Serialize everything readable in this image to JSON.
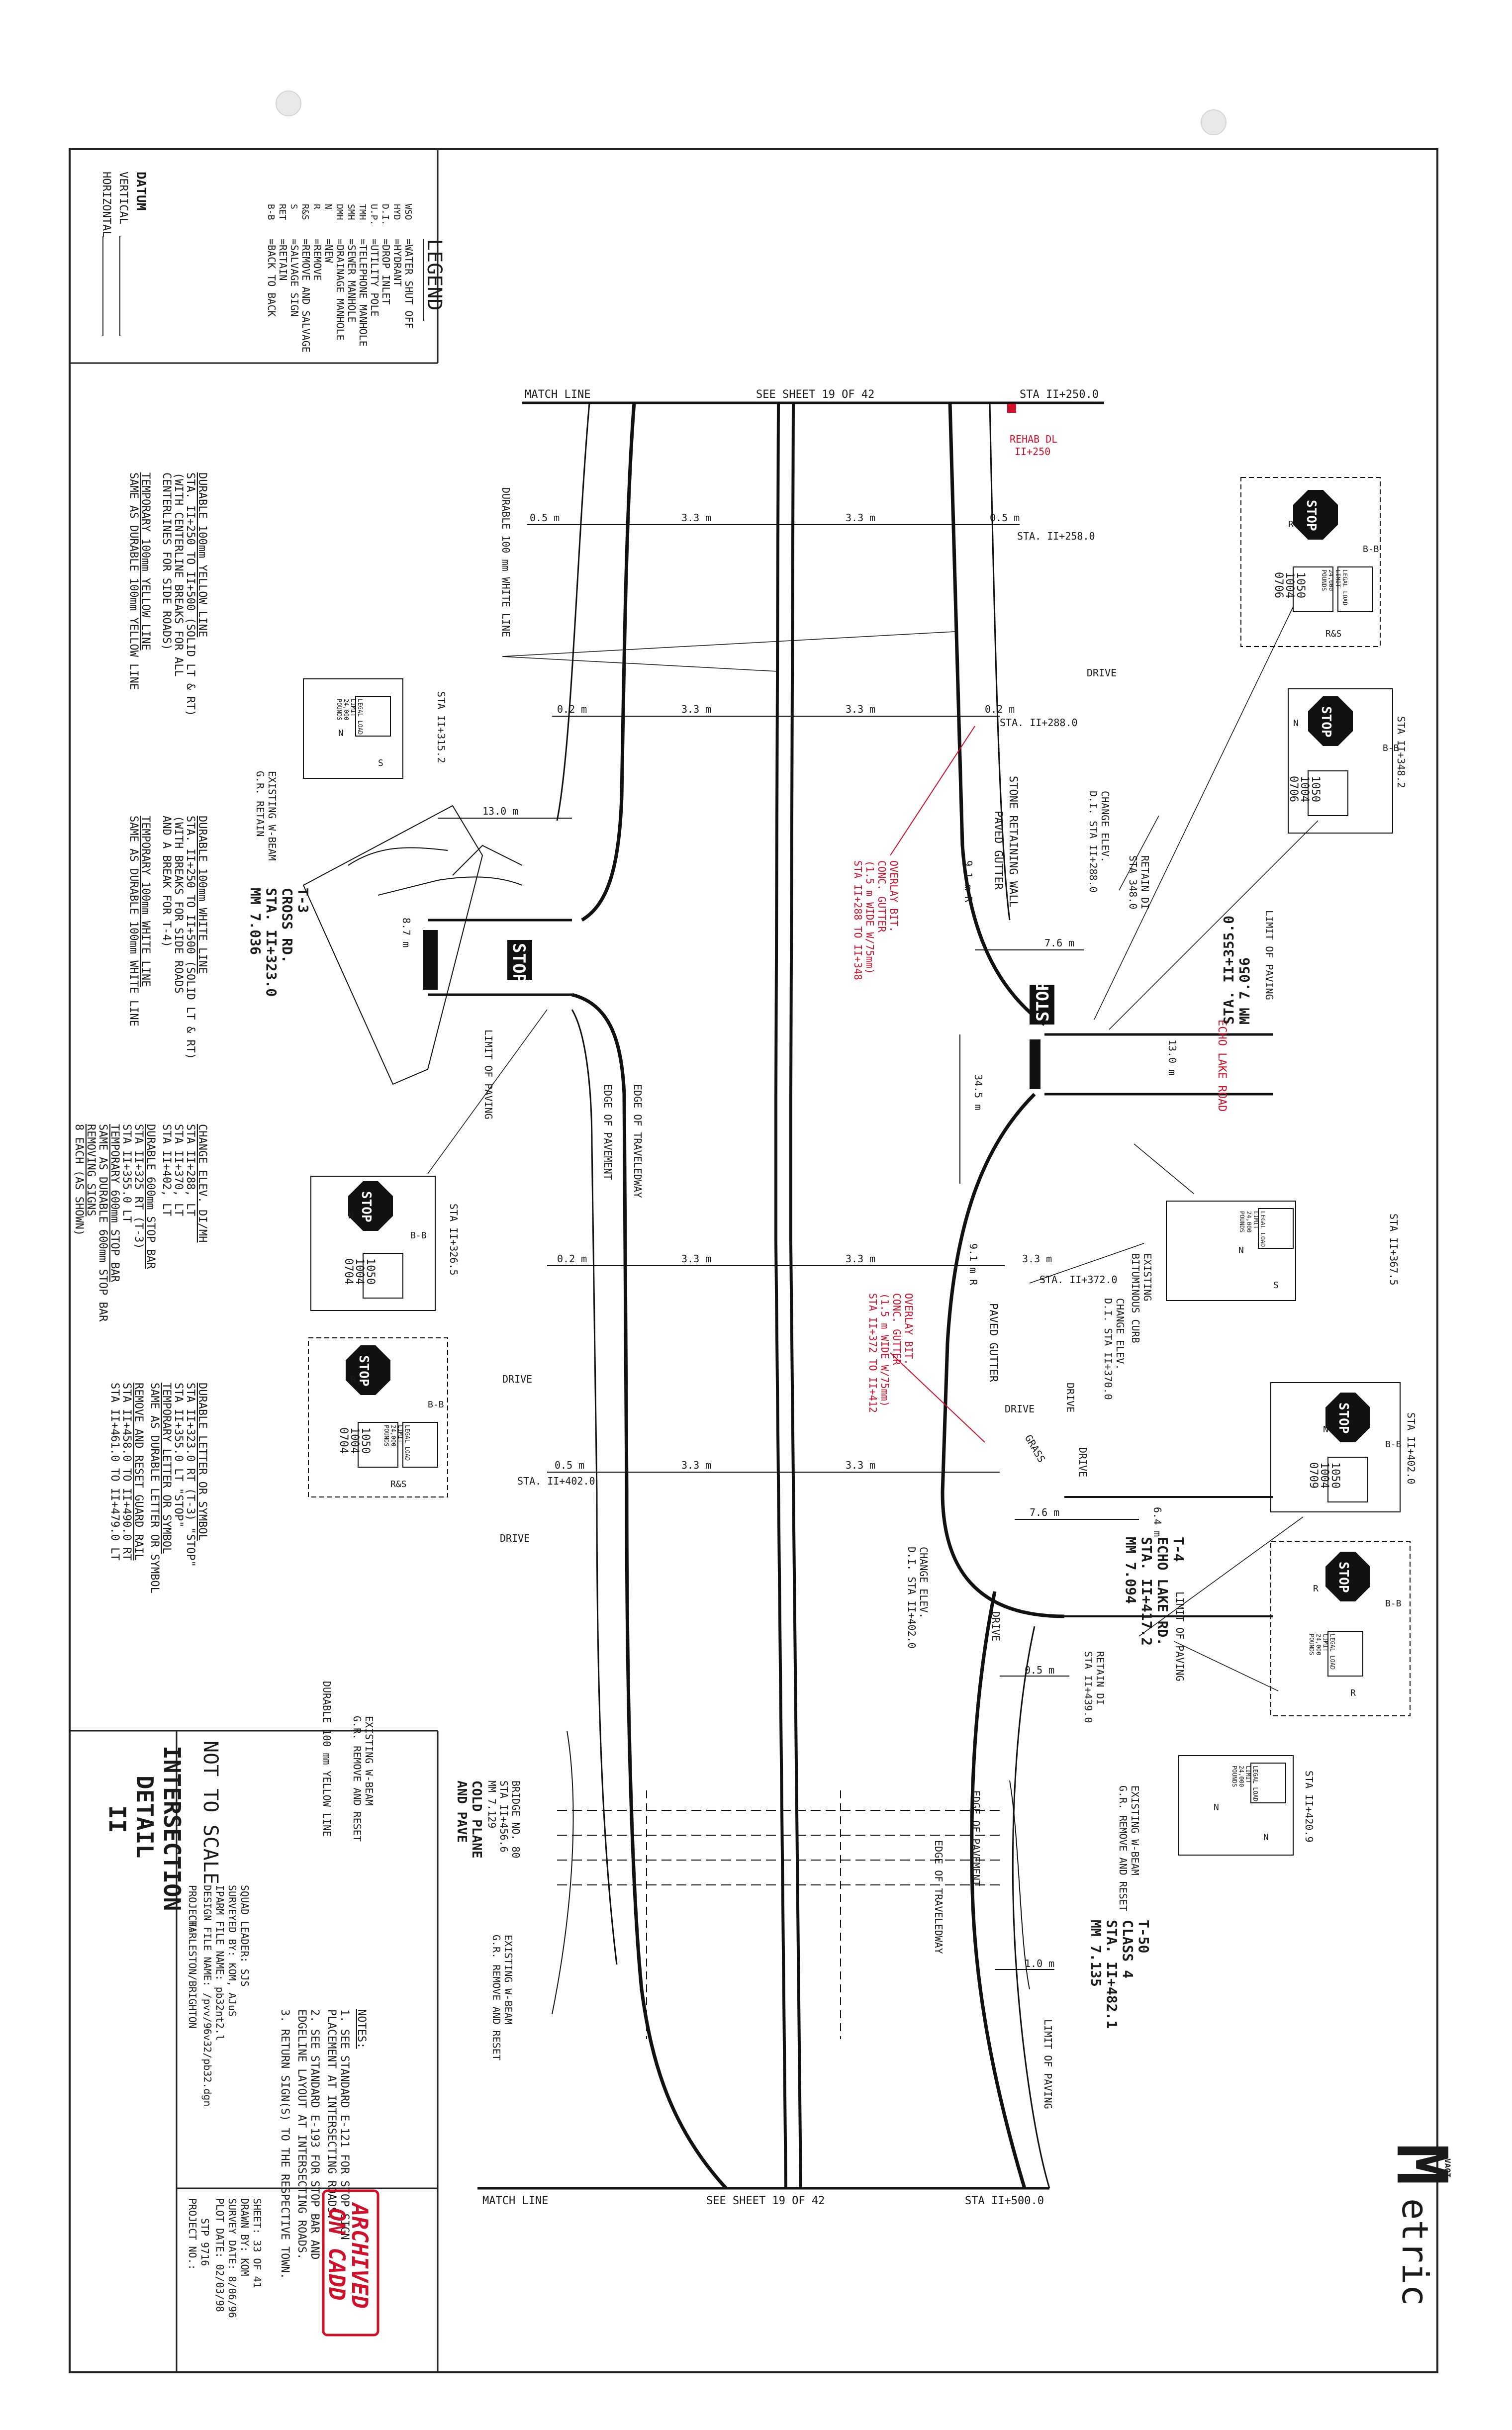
{
  "legend": {
    "title": "LEGEND",
    "items": [
      "=WATER SHUT OFF",
      "=HYDRANT",
      "=DROP INLET",
      "=UTILITY POLE",
      "=TELEPHONE MANHOLE",
      "=SEWER MANHOLE",
      "=DRAINAGE MANHOLE",
      "=NEW",
      "=REMOVE",
      "=REMOVE AND SALVAGE",
      "=SALVAGE SIGN",
      "=RETAIN",
      "=BACK TO BACK"
    ],
    "codes": [
      "WSO",
      "HYD",
      "D.I.",
      "U.P.",
      "TMH",
      "SMH",
      "DMH",
      "N",
      "R",
      "R&S",
      "S",
      "RET",
      "B-B"
    ]
  },
  "datum": {
    "title": "DATUM",
    "vertical": "VERTICAL",
    "horizontal": "HORIZONTAL"
  },
  "notes_left": [
    "DURABLE 100mm YELLOW LINE",
    "STA. II+250 TO II+500 (SOLID LT & RT)",
    "(WITH CENTERLINE BREAKS FOR ALL",
    "CENTERLINES FOR SIDE ROADS)",
    "TEMPORARY 100mm YELLOW LINE",
    "SAME AS DURABLE 100mm YELLOW LINE",
    "DURABLE 100mm WHITE LINE",
    "STA. II+250 TO II+500 (SOLID LT & RT)",
    "(WITH BREAKS FOR SIDE ROADS",
    "AND A BREAK FOR T-4)",
    "TEMPORARY 100mm WHITE LINE",
    "SAME AS DURABLE 100mm WHITE LINE",
    "CHANGE ELEV. DI/MH",
    "STA II+288, LT",
    "STA II+370, LT",
    "STA II+402, LT",
    "DURABLE 600mm STOP BAR",
    "STA II+325 RT (T-3)",
    "STA II+355.0 LT",
    "TEMPORARY 600mm STOP BAR",
    "SAME AS DURABLE 600mm STOP BAR",
    "REMOVING SIGNS",
    "8 EACH (AS SHOWN)",
    "DURABLE LETTER OR SYMBOL",
    "STA II+323.0 RT (T-3) \"STOP\"",
    "STA II+355.0 LT \"STOP\"",
    "TEMPORARY LETTER OR SYMBOL",
    "SAME AS DURABLE LETTER OR SYMBOL",
    "REMOVE AND RESET GUARD RAIL",
    "STA II+458.0 TO II+490.0 RT",
    "STA II+461.0 TO II+479.0 LT"
  ],
  "drawing": {
    "match_line": "MATCH LINE",
    "see_sheet": "SEE  SHEET 19 OF 42",
    "sta_start": "STA II+250.0",
    "sta_end": "STA II+500.0",
    "rehab": "REHAB DL",
    "rehab_sta": "II+250",
    "dim_33": "3.3 m",
    "dim_05": "0.5 m",
    "dim_02": "0.2 m",
    "dim_130": "13.0 m",
    "dim_87": "8.7 m",
    "dim_76": "7.6 m",
    "dim_91": "9.1 m R",
    "dim_345": "34.5 m",
    "dim_64": "6.4 m",
    "dim_10": "1.0 m",
    "sta_258": "STA. II+258.0",
    "sta_288": "STA. II+288.0",
    "sta_372": "STA. II+372.0",
    "sta_402": "STA. II+402.0",
    "sta_3152": "STA II+315.2",
    "sta_3265": "STA II+326.5",
    "sta_3482": "STA II+348.2",
    "sta_3675": "STA II+367.5",
    "sta_4020": "STA II+402.0",
    "sta_4209": "STA II+420.9",
    "drive": "DRIVE",
    "grass": "GRASS",
    "edge_pavement": "EDGE OF PAVEMENT",
    "edge_traveledway": "EDGE OF TRAVELEDWAY",
    "white_line": "DURABLE 100 mm WHITE LINE",
    "yellow_line": "DURABLE 100 mm YELLOW LINE",
    "limit_paving": "LIMIT OF PAVING",
    "stone_wall": "STONE RETAINING WALL",
    "paved_gutter": "PAVED GUTTER",
    "change_elev_1": "CHANGE ELEV.",
    "change_elev_1b": "D.I. STA II+288.0",
    "change_elev_2": "CHANGE ELEV.",
    "change_elev_2b": "D.I. STA II+370.0",
    "change_elev_3": "CHANGE ELEV.",
    "change_elev_3b": "D.I. STA II+402.0",
    "existing_curb": "EXISTING",
    "existing_curb_b": "BITUMINOUS CURB",
    "retain_di_1": "RETAIN DI",
    "retain_di_1b": "STA 348.0",
    "retain_di_2": "RETAIN DI",
    "retain_di_2b": "STA II+439.0",
    "overlay_1a": "OVERLAY BIT.",
    "overlay_1b": "CONC. GUTTER",
    "overlay_1c": "(1.5 m WIDE W/75mm)",
    "overlay_1d": "STA II+288 TO II+348",
    "overlay_2a": "OVERLAY BIT.",
    "overlay_2b": "CONC. GUTTER",
    "overlay_2c": "(1.5 m WIDE W/75mm)",
    "overlay_2d": "STA II+372 TO II+412",
    "wbeam_1a": "EXISTING W-BEAM",
    "wbeam_1b": "G.R. RETAIN",
    "wbeam_2a": "EXISTING W-BEAM",
    "wbeam_2b": "G.R. REMOVE AND RESET",
    "wbeam_3a": "EXISTING W-BEAM",
    "wbeam_3b": "G.R. REMOVE AND RESET",
    "wbeam_4a": "EXISTING W-BEAM",
    "wbeam_4b": "G.R. REMOVE AND RESET",
    "bridge_1": "BRIDGE NO. 80",
    "bridge_2": "STA II+456.6",
    "bridge_3": "MM 7.129",
    "cold_plane_1": "COLD PLANE",
    "cold_plane_2": "AND PAVE",
    "t3_1": "T-3",
    "t3_2": "CROSS RD.",
    "t3_3": "STA. II+323.0",
    "t3_4": "MM 7.036",
    "echo_lake_road": "ECHO LAKE ROAD",
    "echo_sta": "STA. II+355.0",
    "echo_mm": "MM 7.056",
    "t4_1": "T-4",
    "t4_2": "ECHO LAKE RD.",
    "t4_3": "STA. II+417.2",
    "t4_4": "MM 7.094",
    "t50_1": "T-50",
    "t50_2": "CLASS 4",
    "t50_3": "STA. II+482.1",
    "t50_4": "MM 7.135",
    "stop": "STOP",
    "stop_pavement": "STOP",
    "r": "R",
    "n": "N",
    "s": "S",
    "rs": "R&S",
    "bb": "B-B",
    "legal_load": "LEGAL LOAD",
    "limit": "LIMIT",
    "lbs": "24,000",
    "pounds": "POUNDS",
    "code_1050": "1050",
    "code_1004": "1004",
    "code_0706": "0706",
    "code_0704": "0704",
    "code_0709": "0709"
  },
  "not_to_scale": "NOT TO SCALE",
  "notes_title": "NOTES:",
  "notes": [
    "1.  SEE STANDARD E-121 FOR STOP SIGN",
    "    PLACEMENT AT INTERSECTING ROADS.",
    "2.  SEE STANDARD E-193 FOR STOP BAR AND",
    "    EDGELINE LAYOUT AT INTERSECTING ROADS.",
    "3.  RETURN SIGN(S) TO THE RESPECTIVE TOWN."
  ],
  "archived": {
    "line1": "ARCHIVED",
    "line2": "ON CADD"
  },
  "title_block": {
    "title1": "INTERSECTION",
    "title2": "DETAIL",
    "title3": "II",
    "project_label": "PROJECT:",
    "project_name": "CHARLESTON/BRIGHTON",
    "design_file": "DESIGN FILE NAME: /pvv/96v32/pb32.dgn",
    "ipark_file": "IPARM FILE NAME: pb32nt2.l",
    "surveyed": "SURVEYED BY: KOM, AJuS",
    "squad": "SQUAD LEADER: SJS",
    "project_no_label": "PROJECT NO.:",
    "project_no": "STP 9716",
    "plot_date": "PLOT DATE: 02/03/98",
    "survey_date": "SURVEY DATE: 8/06/96",
    "drawn_by": "DRAWN BY: KOM",
    "sheet": "SHEET: 33 OF 41"
  },
  "logo": {
    "letter": "M",
    "text": "etric",
    "small": "VAOT"
  }
}
